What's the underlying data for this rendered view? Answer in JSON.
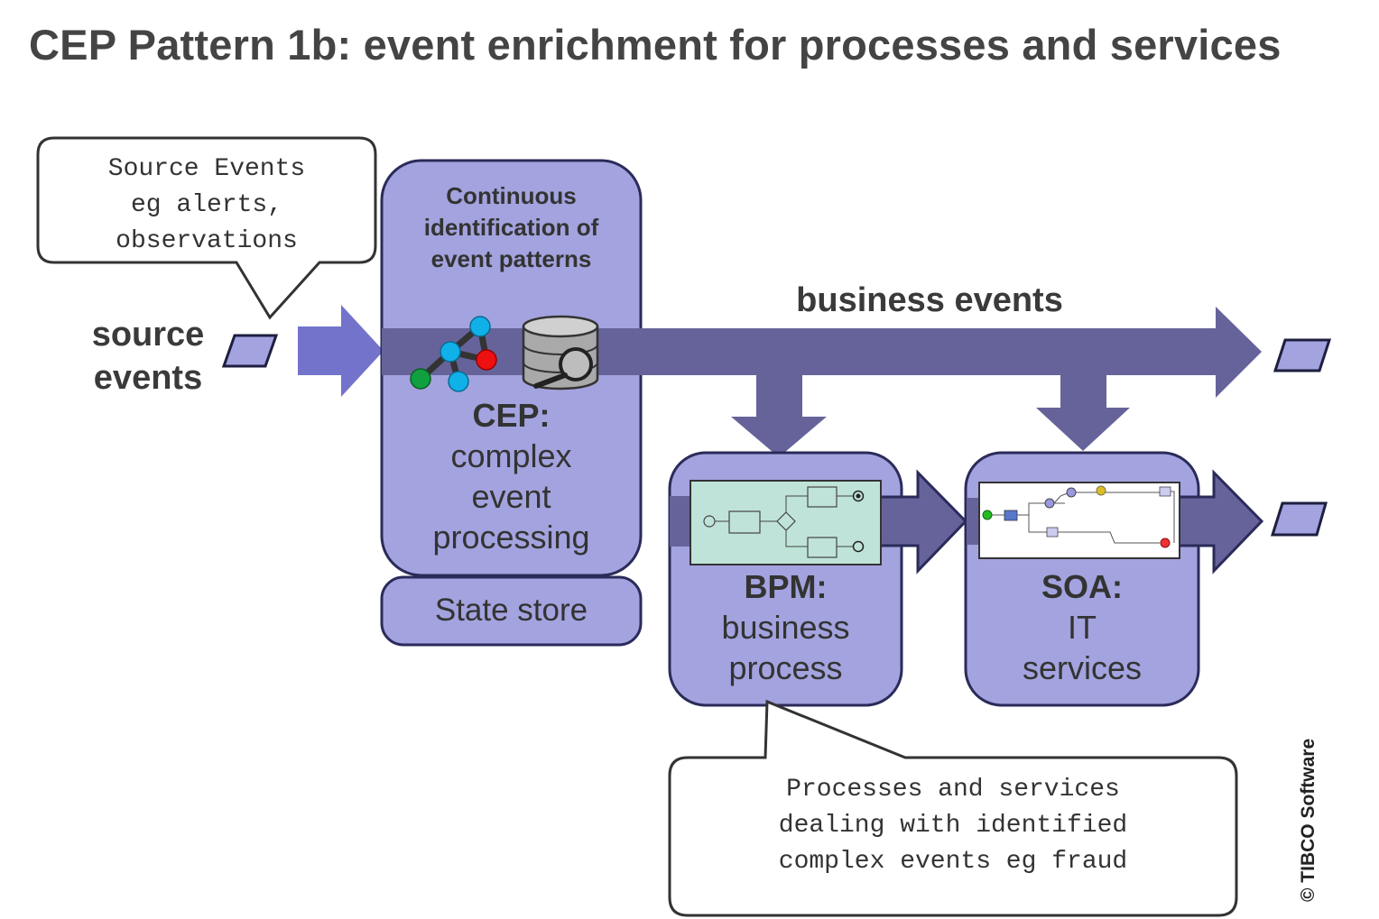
{
  "title": "CEP Pattern 1b: event enrichment for processes and services",
  "callout_source": [
    "Source Events",
    "eg alerts,",
    "observations"
  ],
  "source_events": [
    "source",
    "events"
  ],
  "cep": {
    "caption": [
      "Continuous",
      "identification of",
      "event patterns"
    ],
    "heading": "CEP:",
    "body": [
      "complex",
      "event",
      "processing"
    ],
    "state_store": "State store"
  },
  "business_events": "business events",
  "bpm": {
    "heading": "BPM:",
    "body": [
      "business",
      "process"
    ]
  },
  "soa": {
    "heading": "SOA:",
    "body": [
      "IT",
      "services"
    ]
  },
  "callout_bottom": [
    "Processes and services",
    "dealing with identified",
    "complex events eg fraud"
  ],
  "copyright": "© TIBCO Software",
  "colors": {
    "box_fill": "#a3a3df",
    "box_stroke": "#2b2b5a",
    "main_arrow": "#6a6699",
    "source_arrow": "#7373cc",
    "event_marker": "#a3a3df"
  }
}
